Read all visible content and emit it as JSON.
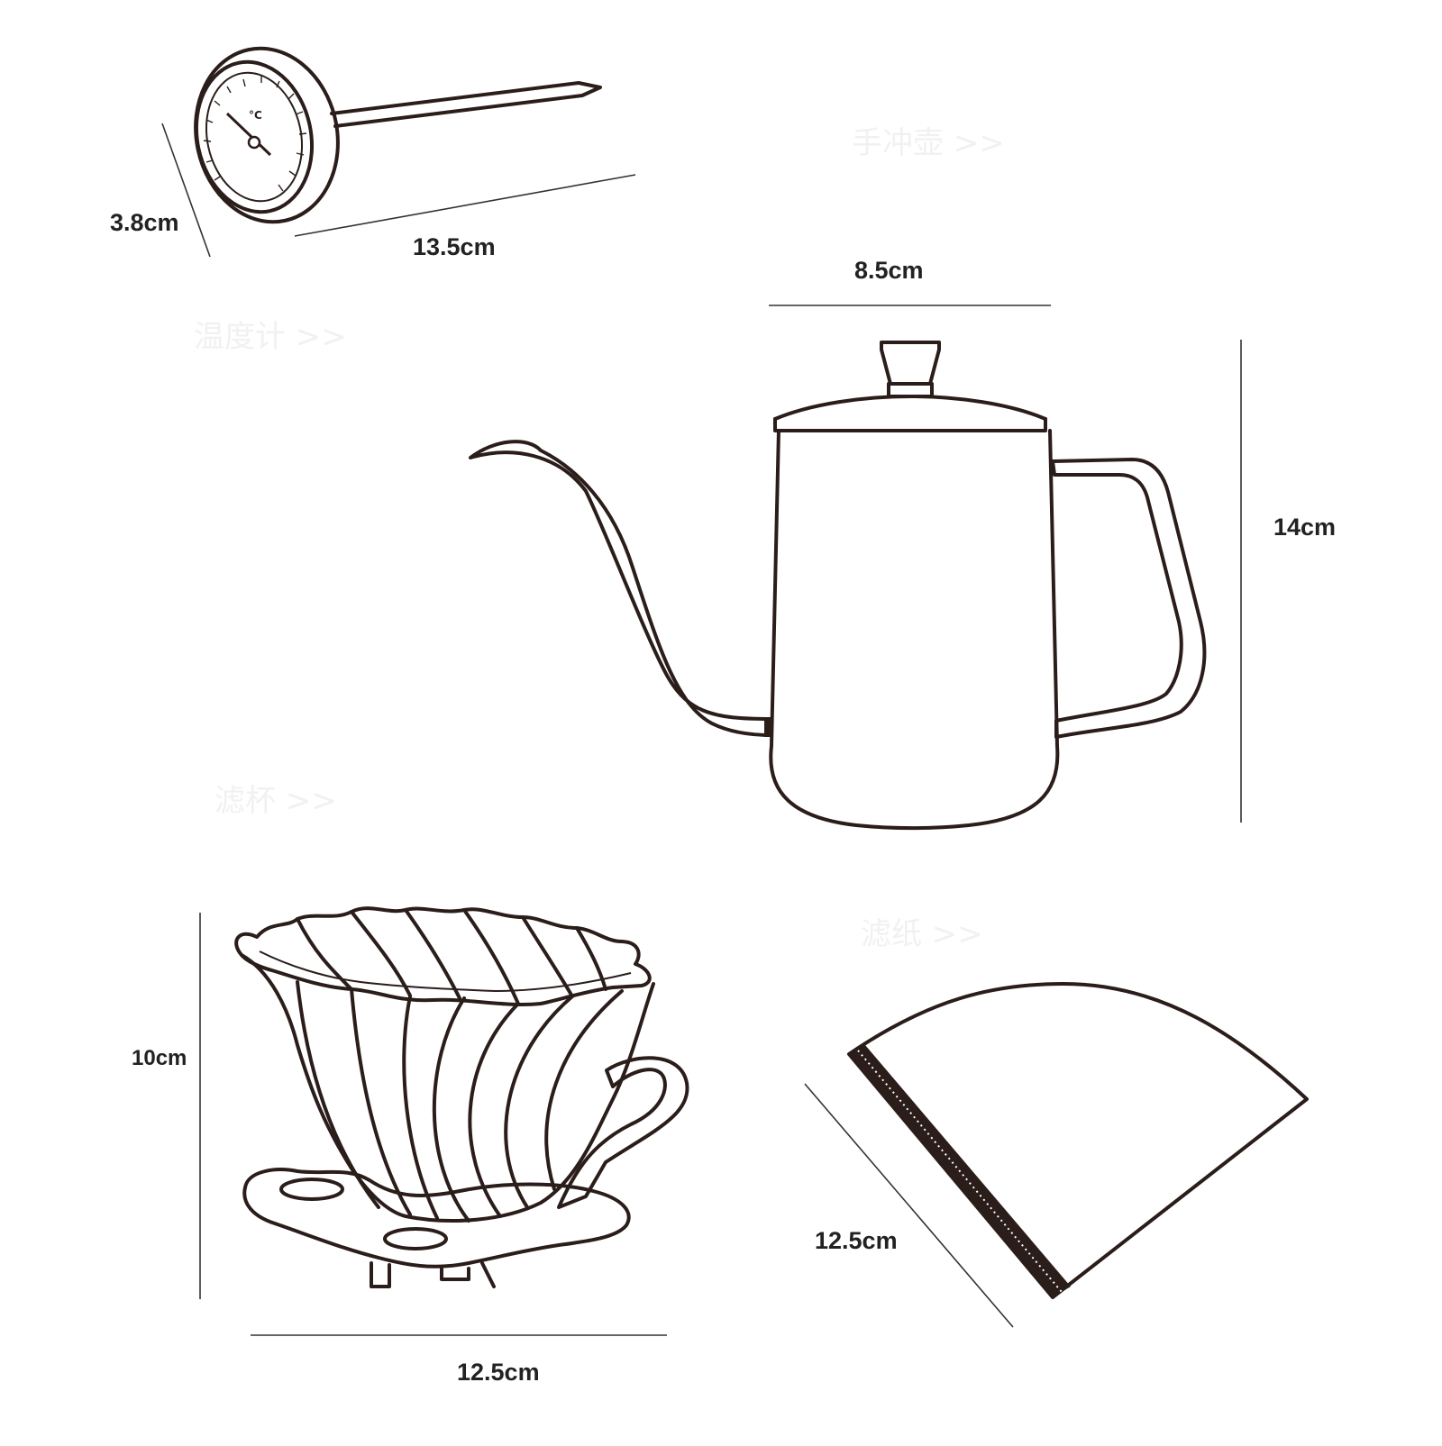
{
  "dimensions": {
    "thermometer_width": "3.8cm",
    "thermometer_length": "13.5cm",
    "kettle_width": "8.5cm",
    "kettle_height": "14cm",
    "dripper_height": "10cm",
    "dripper_width": "12.5cm",
    "filter_width": "12.5cm"
  },
  "watermark_labels": {
    "kettle": "手冲壶 >>",
    "thermometer": "温度计 >>",
    "dripper": "滤杯 >>",
    "filter": "滤纸 >>"
  },
  "thermometer_dial": {
    "unit": "°C"
  },
  "colors": {
    "line": "#2a1d1a",
    "dimension_text": "#222222",
    "watermark": "#f1f1f1"
  }
}
